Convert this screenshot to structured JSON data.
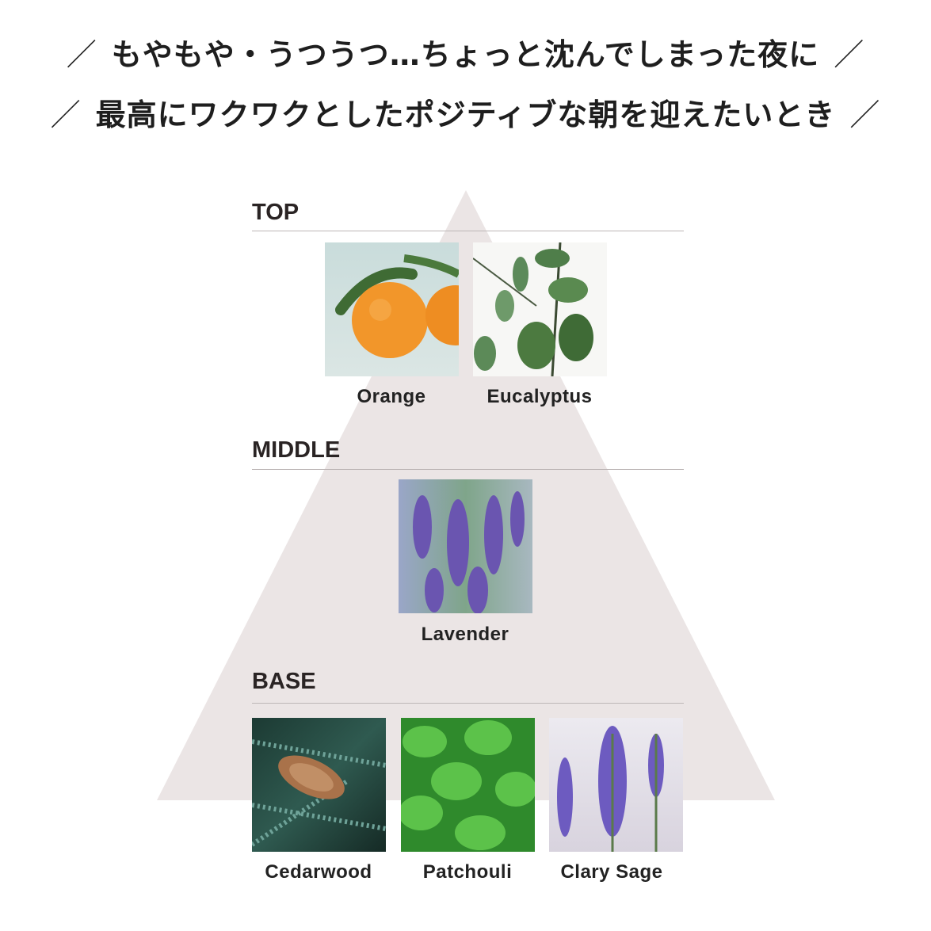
{
  "headline": {
    "line1": "もやもや・うつうつ…ちょっと沈んでしまった夜に",
    "line2": "最高にワクワクとしたポジティブな朝を迎えたいとき",
    "separator": "／"
  },
  "pyramid_color": "#ebe5e5",
  "sections": [
    {
      "title": "TOP",
      "items": [
        {
          "label": "Orange",
          "icon": "orange-image"
        },
        {
          "label": "Eucalyptus",
          "icon": "eucalyptus-image"
        }
      ]
    },
    {
      "title": "MIDDLE",
      "items": [
        {
          "label": "Lavender",
          "icon": "lavender-image"
        }
      ]
    },
    {
      "title": "BASE",
      "items": [
        {
          "label": "Cedarwood",
          "icon": "cedarwood-image"
        },
        {
          "label": "Patchouli",
          "icon": "patchouli-image"
        },
        {
          "label": "Clary Sage",
          "icon": "clary-sage-image"
        }
      ]
    }
  ]
}
